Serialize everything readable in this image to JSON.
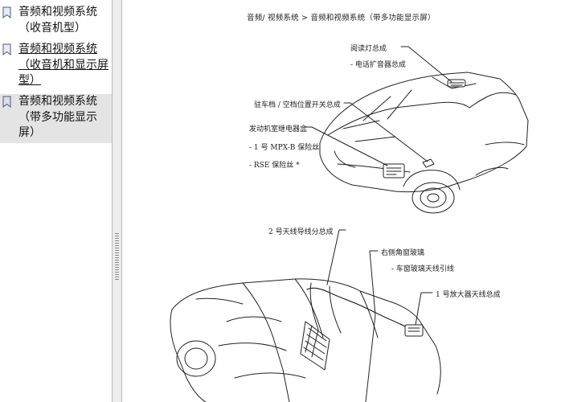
{
  "sidebar": {
    "bookmarks": [
      {
        "label": "音频和视频系统（收音机型）",
        "state": "normal"
      },
      {
        "label": "音频和视频系统（收音机和显示屏型）",
        "state": "link"
      },
      {
        "label": "音频和视频系统（带多功能显示屏）",
        "state": "selected"
      }
    ]
  },
  "page": {
    "breadcrumb": "音频/ 视频系统 >  音频和视频系统（带多功能显示屏）",
    "labels": {
      "reading_lamp": "阅读灯总成",
      "phone_mic": "- 电话扩音器总成",
      "parking_switch": "驻车档 / 空档位置开关总成",
      "relay_box": "发动机室继电器盒",
      "fuse_mpx": "- 1 号 MPX-B 保险丝",
      "fuse_rse": "- RSE 保险丝 *",
      "antenna_cord_2": "2 号天线导线分总成",
      "quarter_window": "右侧角窗玻璃",
      "window_antenna": "- 车窗玻璃天线引线",
      "amp_antenna_1": "1 号放大器天线总成"
    }
  },
  "colors": {
    "selected_bg": "#e4e4e4",
    "separator": "#ededed",
    "line": "#222222"
  }
}
